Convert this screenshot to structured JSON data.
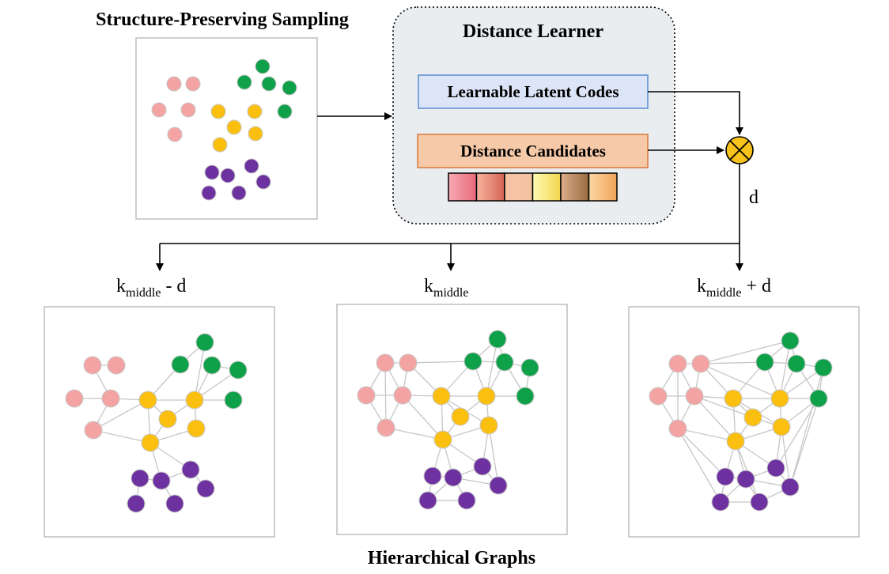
{
  "titles": {
    "sampling": "Structure-Preserving Sampling",
    "learner": "Distance Learner",
    "bottom": "Hierarchical Graphs"
  },
  "learner": {
    "latent_codes": "Learnable Latent Codes",
    "distance_candidates": "Distance Candidates"
  },
  "output_label": "d",
  "graph_labels": [
    {
      "base": "k",
      "sub": "middle",
      "suffix": " - d"
    },
    {
      "base": "k",
      "sub": "middle",
      "suffix": ""
    },
    {
      "base": "k",
      "sub": "middle",
      "suffix": " + d"
    }
  ],
  "colors": {
    "pink": "#f4a3a3",
    "yellow": "#fbbf0f",
    "green": "#0fa04a",
    "purple": "#6e31a0",
    "node_stroke": "#c8c8c8",
    "edge": "#c6c6c6",
    "latent_fill": "#dce5f7",
    "latent_stroke": "#5b8bd0",
    "candidates_fill": "#f6c9a8",
    "candidates_stroke": "#d8783a",
    "learner_fill": "#eaedf0",
    "multiply_fill": "#f7c21b"
  },
  "swatches": [
    [
      "#f7a9b4",
      "#e86a78"
    ],
    [
      "#f6b49f",
      "#d76452"
    ],
    [
      "#f6c4a2",
      "#f4c3a2"
    ],
    [
      "#fffbb5",
      "#f2d44f"
    ],
    [
      "#dcae8a",
      "#9a6a41"
    ],
    [
      "#fbd7a3",
      "#f1a35a"
    ]
  ]
}
